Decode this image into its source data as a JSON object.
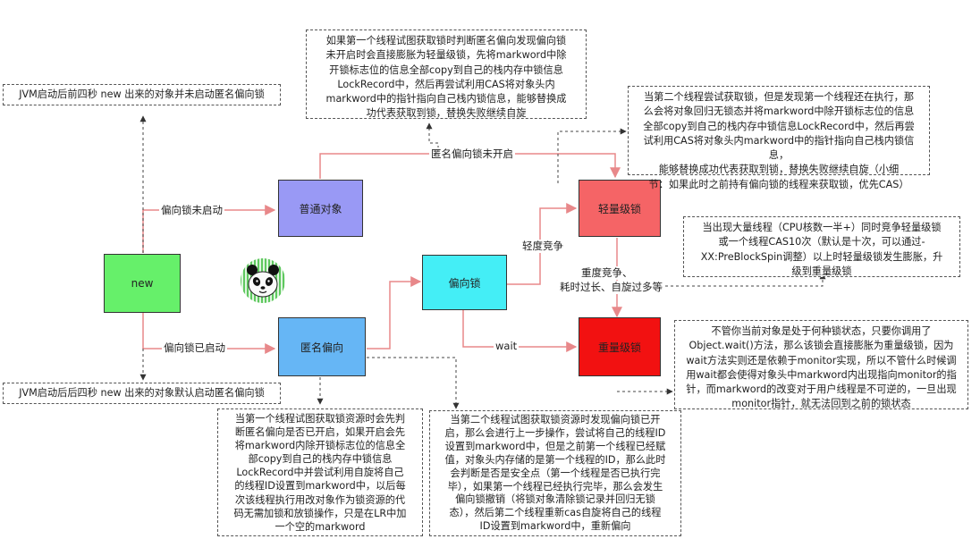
{
  "nodes": {
    "new": "new",
    "normal": "普通对象",
    "anon": "匿名偏向",
    "biased": "偏向锁",
    "light": "轻量级锁",
    "heavy": "重量级锁"
  },
  "edges": {
    "bias_off": "偏向锁未启动",
    "bias_on": "偏向锁已启动",
    "anon_off": "匿名偏向锁未开启",
    "light_compete": "轻度竞争",
    "heavy_compete_1": "重度竞争、",
    "heavy_compete_2": "耗时过长、自旋过多等",
    "wait": "wait"
  },
  "notes": {
    "jvm_before": "JVM启动后前四秒 new 出来的对象并未启动匿名偏向锁",
    "jvm_after": "JVM启动后后四秒 new 出来的对象默认启动匿名偏向锁",
    "top": [
      "如果第一个线程试图获取锁时判断匿名偏向发现偏向锁",
      "未开启时会直接膨胀为轻量级锁，先将markword中除",
      "开锁标志位的信息全部copy到自己的栈内存中锁信息",
      "LockRecord中，然后再尝试利用CAS将对象头内",
      "markword中的指针指向自己栈内锁信息，能够替换成",
      "功代表获取到锁，替换失败继续自旋"
    ],
    "right_top": [
      "当第二个线程尝试获取锁，但是发现第一个线程还在执行，那",
      "么会将对象回归无锁态并将markword中除开锁标志位的信息",
      "全部copy到自己的栈内存中锁信息LockRecord中，然后再尝",
      "试利用CAS将对象头内markword中的指针指向自己栈内锁信息，",
      "能够替换成功代表获取到锁，替换失败继续自旋（小细",
      "节：如果此时之前持有偏向锁的线程来获取锁，优先CAS）"
    ],
    "right_mid": [
      "当出现大量线程（CPU核数一半+）同时竞争轻量级锁",
      "或一个线程CAS10次（默认是十次，可以通过-",
      "XX:PreBlockSpin调整）以上时轻量级锁发生膨胀，升",
      "级到重量级锁"
    ],
    "right_bottom": [
      "不管你当前对象是处于何种锁状态，只要你调用了",
      "Object.wait()方法，那么该锁会直接膨胀为重量级锁，因为",
      "wait方法实则还是依赖于monitor实现，所以不管什么时候调",
      "用wait都会使得对象头中markword内出现指向monitor的指",
      "针，而markword的改变对于用户线程是不可逆的，一旦出现",
      "monitor指针，就无法回到之前的锁状态"
    ],
    "bottom_mid": [
      "当第一个线程试图获取锁资源时会先判",
      "断匿名偏向是否已开启，如果开启会先",
      "将markword内除开锁标志位的信息全",
      "部copy到自己的栈内存中锁信息",
      "LockRecord中并尝试利用自旋将自己",
      "的线程ID设置到markword中，以后每",
      "次该线程执行用改对象作为锁资源的代",
      "码无需加锁和放锁操作，只是在LR中加",
      "一个空的markword"
    ],
    "bottom_right": [
      "当第二个线程试图获取锁资源时发现偏向锁已开",
      "启，那么会进行上一步操作，尝试将自己的线程ID",
      "设置到markword中，但是之前第一个线程已经赋",
      "值，对象头内存储的是第一个线程的ID，那么此时",
      "会判断是否是安全点（第一个线程是否已执行完",
      "毕），如果第一个线程已经执行完毕，那么会发生",
      "偏向锁撤销（将锁对象清除锁记录并回归无锁",
      "态），然后第二个线程重新cas自旋将自己的线程",
      "ID设置到markword中，重新偏向"
    ]
  },
  "colors": {
    "new": "#66f06a",
    "normal": "#9999f5",
    "anon": "#66b6f5",
    "biased": "#44eef6",
    "light": "#f56466",
    "heavy": "#f21111",
    "edge": "#e8888a",
    "dashed": "#444444"
  },
  "icons": {
    "panda": "panda-logo"
  }
}
